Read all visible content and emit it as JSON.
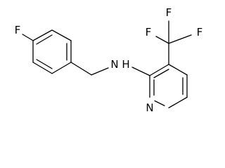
{
  "molecule": {
    "atoms": {
      "fluoro_aryl": "F",
      "amine": "N",
      "amine_h": "H",
      "pyridine_n": "N",
      "cf3_f_left": "F",
      "cf3_f_top": "F",
      "cf3_f_right": "F"
    }
  },
  "colors": {
    "bond": "#000000",
    "background": "#ffffff"
  }
}
